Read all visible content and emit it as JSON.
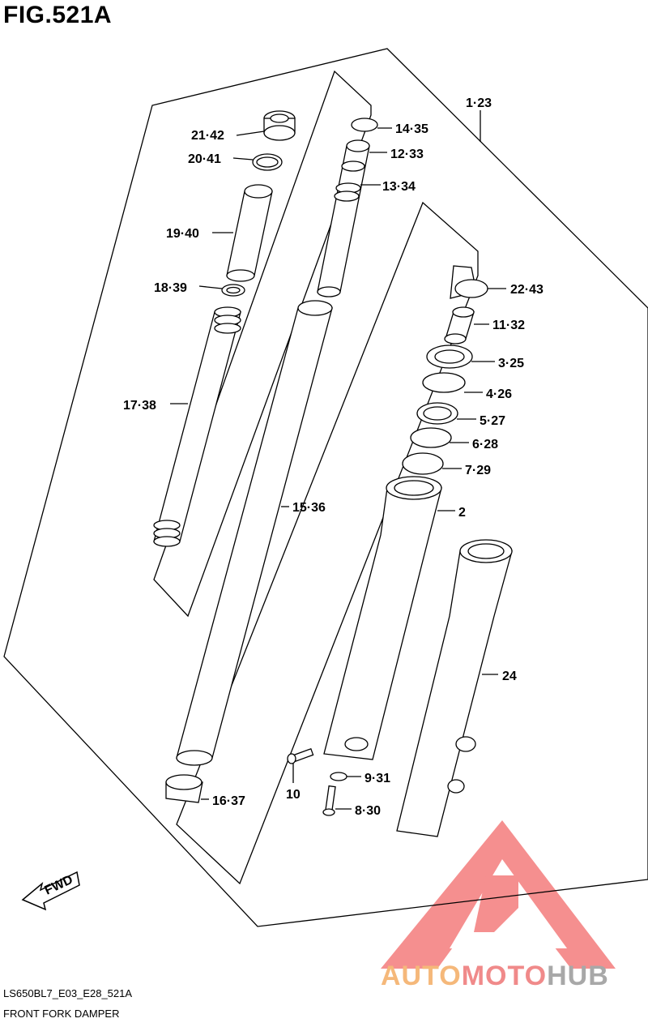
{
  "figure": {
    "title": "FIG.521A",
    "code": "LS650BL7_E03_E28_521A",
    "name": "FRONT FORK DAMPER"
  },
  "fwd_label": "FWD",
  "watermark": {
    "brand_parts": [
      "AUTO",
      "MOTO",
      "HUB"
    ],
    "colors": {
      "auto": "#f5b87a",
      "moto": "#f08a8a",
      "hub": "#a8a8a8",
      "logo": "#f26a6a"
    }
  },
  "callouts": [
    "1·23",
    "21·42",
    "14·35",
    "20·41",
    "12·33",
    "13·34",
    "19·40",
    "22·43",
    "18·39",
    "11·32",
    "3·25",
    "4·26",
    "17·38",
    "5·27",
    "6·28",
    "7·29",
    "2",
    "15·36",
    "24",
    "9·31",
    "10",
    "16·37",
    "8·30"
  ]
}
